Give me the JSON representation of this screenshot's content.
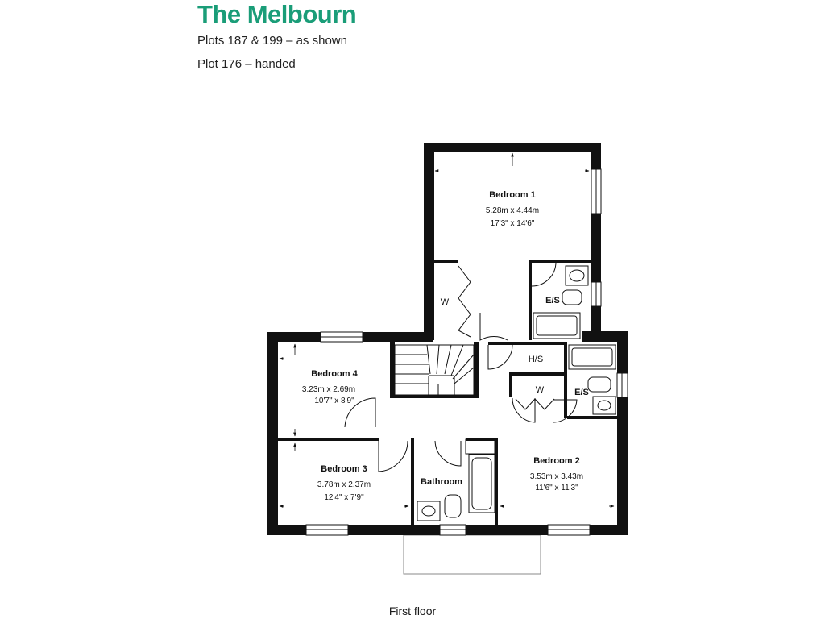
{
  "header": {
    "title": "The Melbourn",
    "plots_as_shown": "Plots 187 & 199 – as shown",
    "plots_handed": "Plot 176 – handed"
  },
  "colors": {
    "brand": "#1a9d78",
    "wall": "#111111"
  },
  "floor_label": "First floor",
  "rooms": {
    "bedroom1": {
      "name": "Bedroom 1",
      "metric": "5.28m x 4.44m",
      "imperial": "17'3\" x 14'6\""
    },
    "bedroom2": {
      "name": "Bedroom 2",
      "metric": "3.53m x 3.43m",
      "imperial": "11'6\" x 11'3\""
    },
    "bedroom3": {
      "name": "Bedroom 3",
      "metric": "3.78m x 2.37m",
      "imperial": "12'4\" x 7'9\""
    },
    "bedroom4": {
      "name": "Bedroom 4",
      "metric": "3.23m x 2.69m",
      "imperial": "10'7\" x 8'9\""
    },
    "bathroom": {
      "name": "Bathroom"
    },
    "ensuite1": {
      "name": "E/S"
    },
    "ensuite2": {
      "name": "E/S"
    },
    "wardrobe1": {
      "name": "W"
    },
    "wardrobe2": {
      "name": "W"
    },
    "hotstore": {
      "name": "H/S"
    }
  }
}
